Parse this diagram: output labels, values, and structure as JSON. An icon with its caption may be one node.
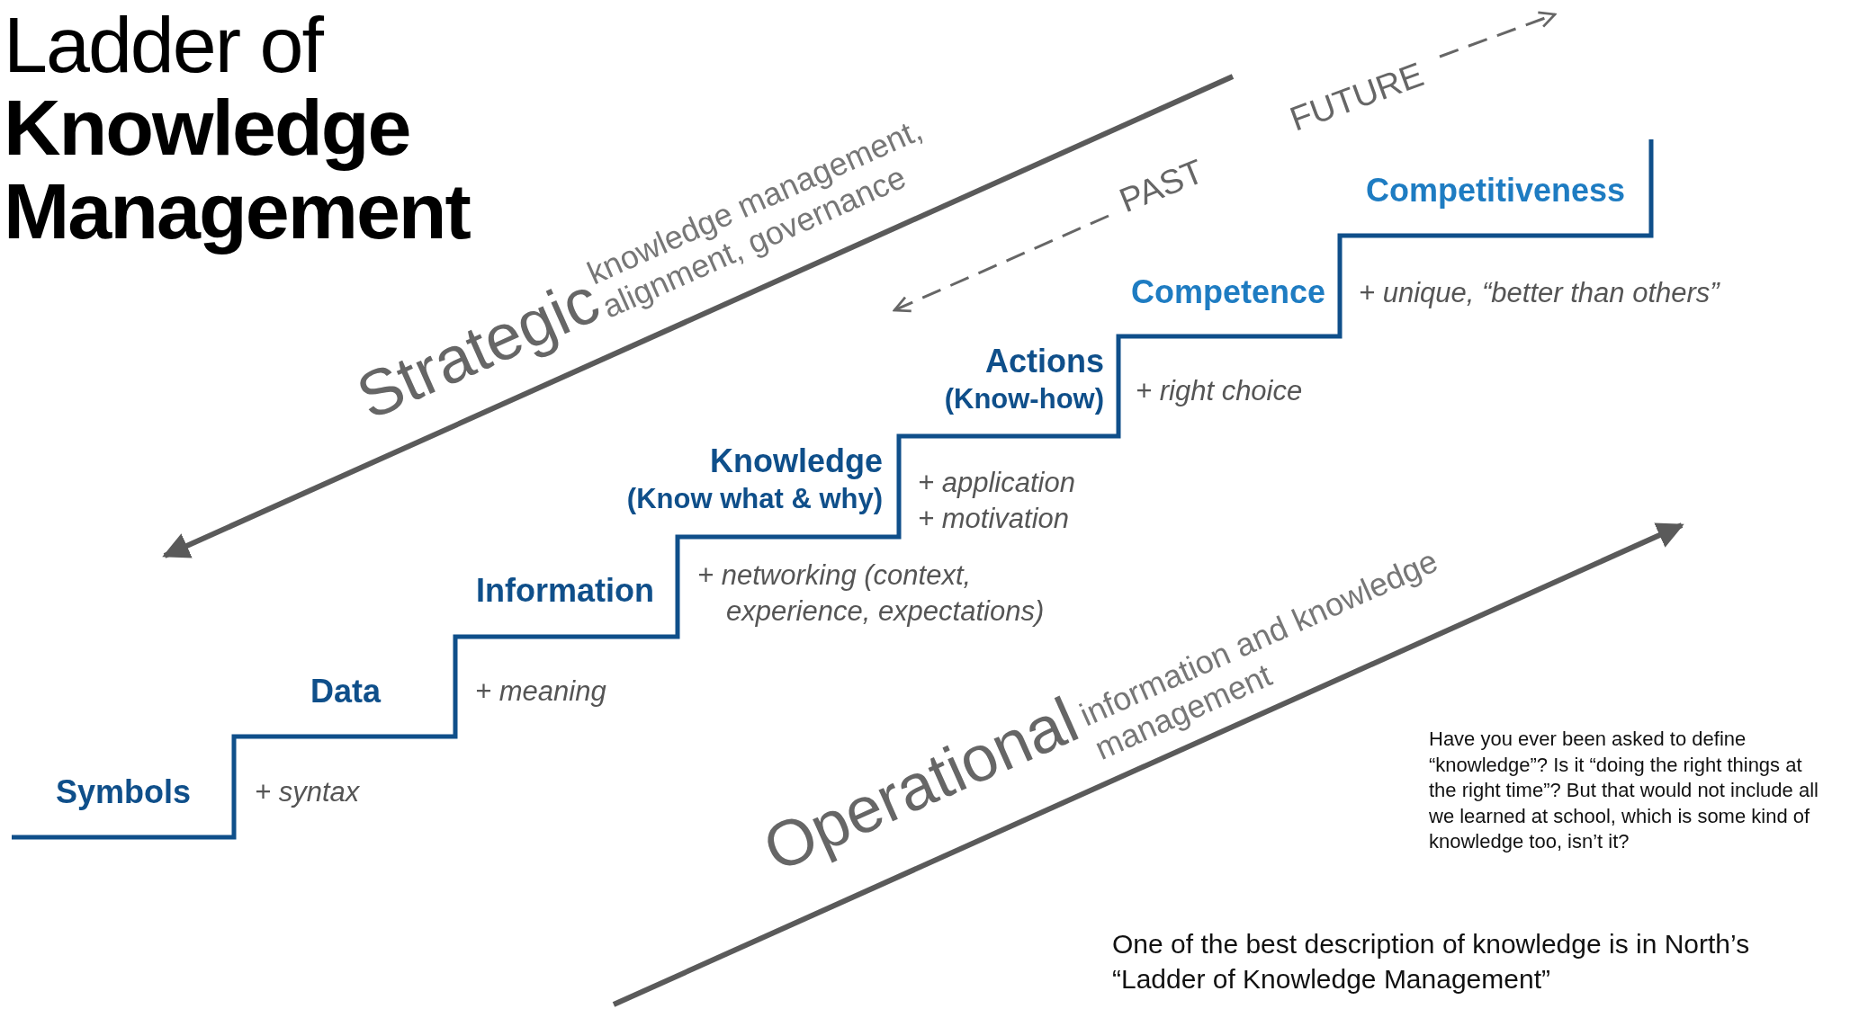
{
  "diagram": {
    "title": "Ladder of **Knowledge Management**",
    "labels": [
      "Strategic",
      "knowledge management, alignment, governance",
      "FUTURE",
      "PAST",
      "Competitiveness",
      "Competence",
      "+ unique, “better than others”",
      "Actions",
      "(Know-how)",
      "+ right choice",
      "Knowledge",
      "(Know what & why)",
      "+ application",
      "+ motivation",
      "Information",
      "+ networking (context, experience, expectations)",
      "Data",
      "+ meaning",
      "Operational",
      "information and knowledge management",
      "Symbols",
      "+ syntax",
      "Have you ever been asked to define “knowledge”? Is it “doing the right things at the right time”? But that would not include all we learned at school, which is some kind of knowledge too, isn’t it?",
      "One of the best description of knowledge is in North’s “Ladder of Knowledge Management”"
    ]
  }
}
